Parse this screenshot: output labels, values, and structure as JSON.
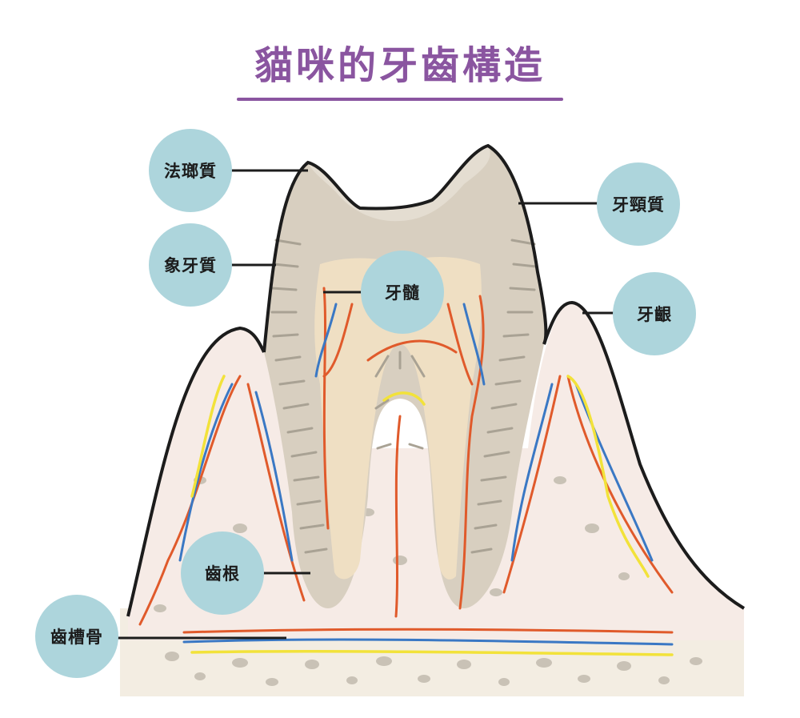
{
  "title": "貓咪的牙齒構造",
  "labels": {
    "enamel": "法瑯質",
    "dentin": "象牙質",
    "pulp": "牙髓",
    "root": "齒根",
    "alveolar_bone": "齒槽骨",
    "cementum": "牙頸質",
    "gum": "牙齦"
  },
  "colors": {
    "title": "#8a55a0",
    "label_circle": "#add5dc",
    "nerve_red": "#e05a2b",
    "vessel_blue": "#3a78c4",
    "lymph_yellow": "#f2e23a"
  }
}
